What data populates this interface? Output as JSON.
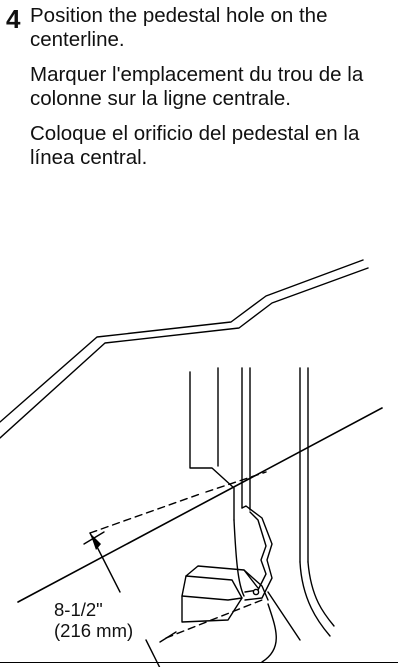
{
  "step": {
    "number": "4",
    "text_en": "Position the pedestal hole on the centerline.",
    "text_fr": "Marquer l'emplacement du trou de la colonne sur la ligne centrale.",
    "text_es": "Coloque el orificio del pedestal en la línea central."
  },
  "dimension": {
    "imperial": "8-1/2\"",
    "metric": "(216 mm)"
  }
}
